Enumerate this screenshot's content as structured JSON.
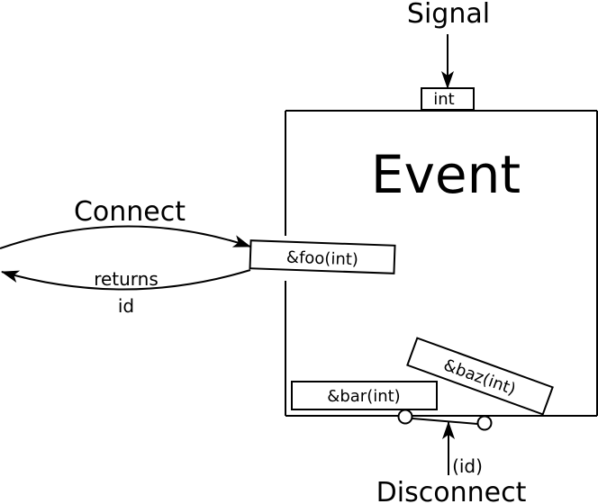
{
  "diagram": {
    "title": "Event",
    "signal": {
      "label": "Signal",
      "slot_type": "int"
    },
    "connect": {
      "label": "Connect",
      "return_line1": "returns",
      "return_line2": "id"
    },
    "disconnect": {
      "label": "Disconnect",
      "arg": "(id)"
    },
    "handlers": [
      {
        "label": "&foo(int)"
      },
      {
        "label": "&bar(int)"
      },
      {
        "label": "&baz(int)"
      }
    ]
  }
}
